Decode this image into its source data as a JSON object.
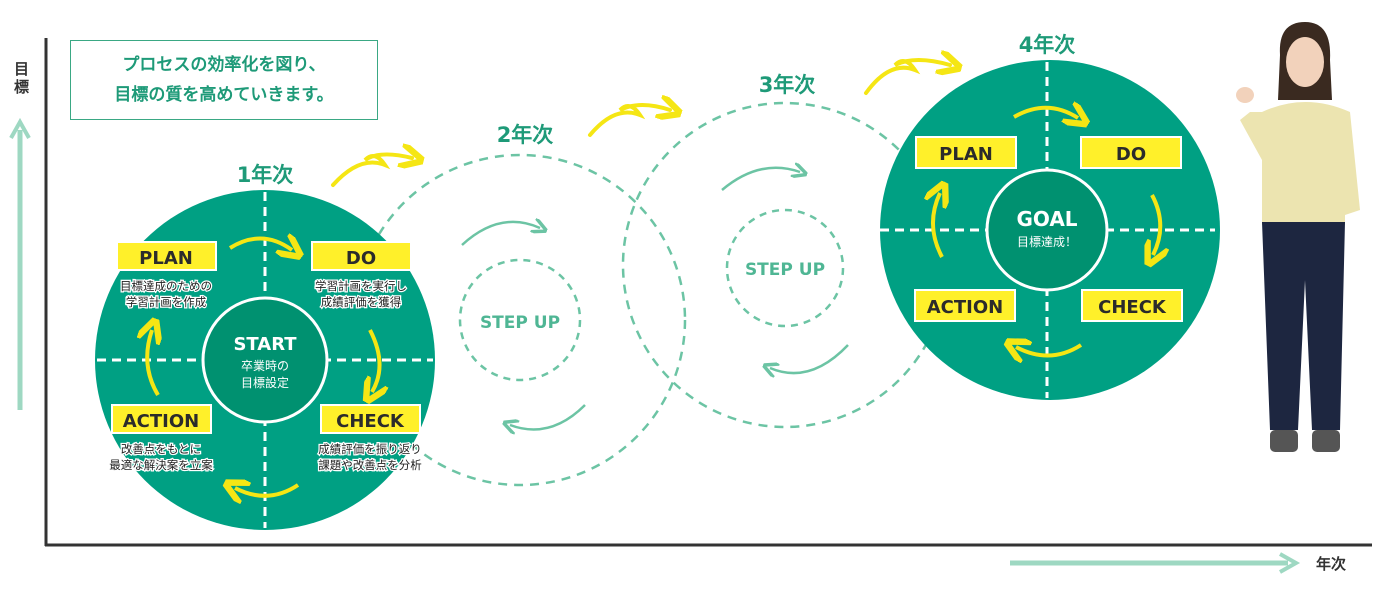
{
  "axes": {
    "y_label": "目標",
    "x_label": "年次"
  },
  "note": {
    "line1": "プロセスの効率化を図り、",
    "line2": "目標の質を高めていきます。"
  },
  "years": [
    {
      "label": "1年次",
      "center_title": "START",
      "center_line1": "卒業時の",
      "center_line2": "目標設定",
      "plan": "PLAN",
      "plan_desc1": "目標達成のための",
      "plan_desc2": "学習計画を作成",
      "do": "DO",
      "do_desc1": "学習計画を実行し",
      "do_desc2": "成績評価を獲得",
      "check": "CHECK",
      "check_desc1": "成績評価を振り返り",
      "check_desc2": "課題や改善点を分析",
      "action": "ACTION",
      "action_desc1": "改善点をもとに",
      "action_desc2": "最適な解決案を立案"
    },
    {
      "label": "2年次",
      "center": "STEP UP"
    },
    {
      "label": "3年次",
      "center": "STEP UP"
    },
    {
      "label": "4年次",
      "center_title": "GOAL",
      "center_sub": "目標達成！",
      "plan": "PLAN",
      "do": "DO",
      "check": "CHECK",
      "action": "ACTION"
    }
  ],
  "colors": {
    "teal": "#00a083",
    "teal_dark": "#009170",
    "yellow": "#fff02a",
    "text_teal": "#1e9a78",
    "light_green": "#8fd3b8"
  }
}
